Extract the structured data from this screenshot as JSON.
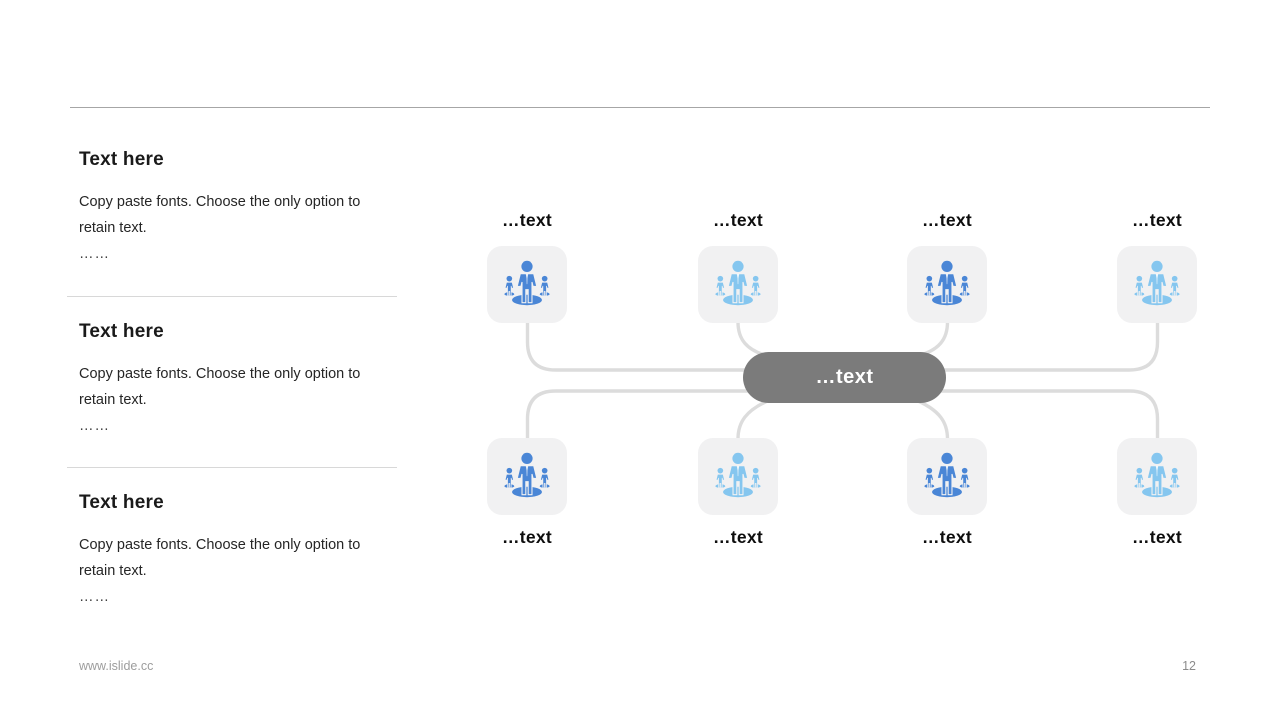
{
  "left_column": {
    "blocks": [
      {
        "heading": "Text here",
        "body": "Copy paste fonts. Choose the only option to retain text.",
        "more": "……"
      },
      {
        "heading": "Text here",
        "body": "Copy paste fonts. Choose the only option to retain text.",
        "more": "……"
      },
      {
        "heading": "Text here",
        "body": "Copy paste fonts. Choose the only option to retain text.",
        "more": "……"
      }
    ]
  },
  "diagram": {
    "center": {
      "label": "…text",
      "bg_color": "#7b7b7b"
    },
    "connector_color": "#dcdcdc",
    "card_bg_color": "#f1f1f2",
    "icon": "leader-with-team-icon",
    "cards": [
      {
        "label": "…text",
        "icon_color": "#4a86d6",
        "row": "top",
        "col": 1
      },
      {
        "label": "…text",
        "icon_color": "#85c6ef",
        "row": "top",
        "col": 2
      },
      {
        "label": "…text",
        "icon_color": "#4a86d6",
        "row": "top",
        "col": 3
      },
      {
        "label": "…text",
        "icon_color": "#85c6ef",
        "row": "top",
        "col": 4
      },
      {
        "label": "…text",
        "icon_color": "#4a86d6",
        "row": "bottom",
        "col": 1
      },
      {
        "label": "…text",
        "icon_color": "#85c6ef",
        "row": "bottom",
        "col": 2
      },
      {
        "label": "…text",
        "icon_color": "#4a86d6",
        "row": "bottom",
        "col": 3
      },
      {
        "label": "…text",
        "icon_color": "#85c6ef",
        "row": "bottom",
        "col": 4
      }
    ]
  },
  "footer": {
    "website": "www.islide.cc",
    "page_number": "12"
  }
}
